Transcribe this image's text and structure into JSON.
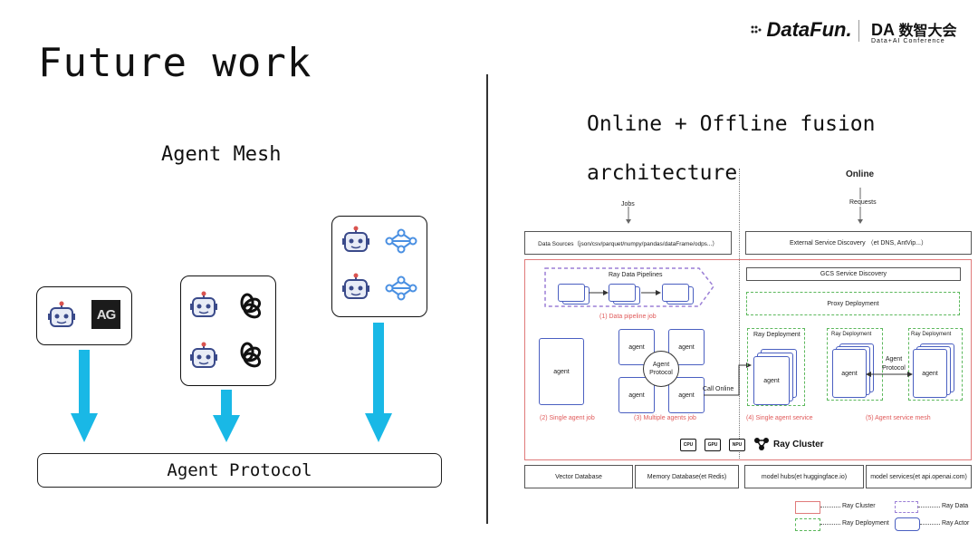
{
  "left": {
    "title": "Future work",
    "mesh_title": "Agent Mesh",
    "ag_label": "AG",
    "protocol_label": "Agent Protocol"
  },
  "right": {
    "title_line1": "Online + Offline fusion",
    "title_line2": "architecture"
  },
  "logos": {
    "datafun": "DataFun.",
    "da_mark": "DA",
    "da_cn": "数智大会",
    "da_sub": "Data+AI Conference"
  },
  "arch": {
    "offline_jobs": "Jobs",
    "online_header": "Online",
    "online_requests": "Requests",
    "data_sources": "Data Sources（json/csv/parquet/numpy/pandas/dataFrame/odps...）",
    "external_discovery": "External Service Discovery （et DNS, AntVip...）",
    "gcs_discovery": "GCS Service Discovery",
    "proxy_deployment": "Proxy Deployment",
    "ray_data_pipelines": "Ray Data Pipelines",
    "job1": "(1) Data pipeline job",
    "job2": "(2) Single agent job",
    "job3": "(3) Multiple agents job",
    "job4": "(4) Single agent service",
    "job5": "(5) Agent service mesh",
    "agent": "agent",
    "agent_protocol": "Agent Protocol",
    "call_online": "Call Online",
    "ray_deployment": "Ray Deployment",
    "ray_cluster": "Ray Cluster",
    "chips": [
      "CPU",
      "GPU",
      "NPU"
    ],
    "bottom": [
      "Vector Database",
      "Memory Database(et Redis)",
      "model hubs(et huggingface.io)",
      "model services(et api.openai.com)"
    ],
    "legend": {
      "ray_cluster": "Ray Cluster",
      "ray_data": "Ray Data",
      "ray_deployment": "Ray Deployment",
      "ray_actor": "Ray Actor"
    }
  },
  "colors": {
    "arrow": "#19b8e6",
    "robot": "#3a4a8a",
    "flow": "#4a90e2",
    "red": "#e07a7a",
    "green": "#5cb85c",
    "purple": "#9b7fd6"
  }
}
